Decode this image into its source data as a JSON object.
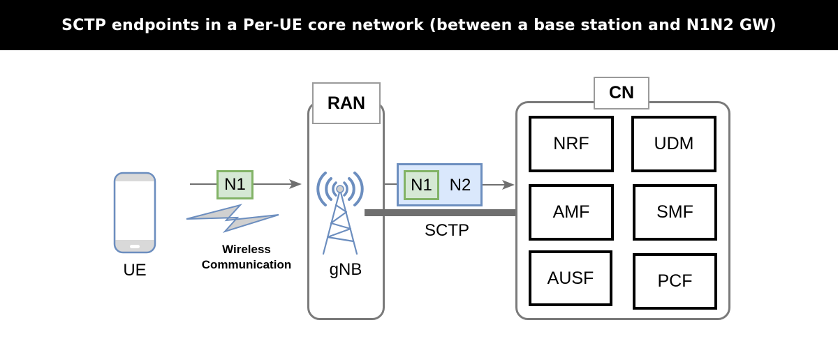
{
  "title": "SCTP endpoints in a Per-UE core network (between a base station and N1N2 GW)",
  "ue": {
    "label": "UE",
    "icon": "smartphone-icon"
  },
  "wireless": {
    "interface_label": "N1",
    "caption_line1": "Wireless",
    "caption_line2": "Communication",
    "icon": "lightning-bolt-icon"
  },
  "ran": {
    "tag": "RAN",
    "node_label": "gNB",
    "icon": "cell-tower-icon"
  },
  "n1n2_message": {
    "inner_label": "N1",
    "outer_label": "N2"
  },
  "sctp": {
    "label": "SCTP"
  },
  "cn": {
    "tag": "CN",
    "functions": [
      "NRF",
      "UDM",
      "AMF",
      "SMF",
      "AUSF",
      "PCF"
    ]
  },
  "colors": {
    "title_bg": "#000000",
    "title_fg": "#ffffff",
    "n1_fill": "#d5e8d4",
    "n1_stroke": "#82b366",
    "n2_fill": "#dae8fc",
    "n2_stroke": "#6c8ebf",
    "icon_blue": "#6c8ebf",
    "connector_gray": "#6f6f6f",
    "container_gray": "#7a7a7a"
  }
}
